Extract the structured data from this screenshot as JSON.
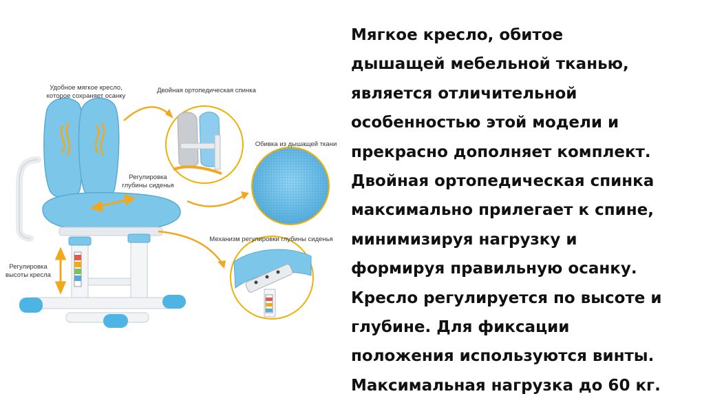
{
  "callouts": {
    "soft_chair": [
      "Удобное мягкое кресло,",
      "которое сохраняет осанку"
    ],
    "ortho_back": "Двойная ортопедическая спинка",
    "fabric": "Обивка из дышащей ткани",
    "depth": [
      "Регулировка",
      "глубины сиденья"
    ],
    "mechanism": "Механизм регулировки глубины сиденья",
    "height": [
      "Регулировка",
      "высоты кресла"
    ]
  },
  "description_lines": [
    "Мягкое кресло, обитое",
    "дышащей мебельной тканью,",
    "является отличительной",
    "особенностью этой модели и",
    "прекрасно дополняет комплект.",
    "Двойная ортопедическая спинка",
    "максимально прилегает к спине,",
    "минимизируя нагрузку и",
    "формируя правильную осанку.",
    "Кресло регулируется по высоте и",
    "глубине. Для фиксации",
    "положения используются винты.",
    "Максимальная нагрузка до 60 кг."
  ],
  "colors": {
    "upholstery": "#7cc6ea",
    "frame": "#f2f4f6",
    "accent_arrow": "#f2a81d",
    "circle_border": "#f0b000"
  }
}
